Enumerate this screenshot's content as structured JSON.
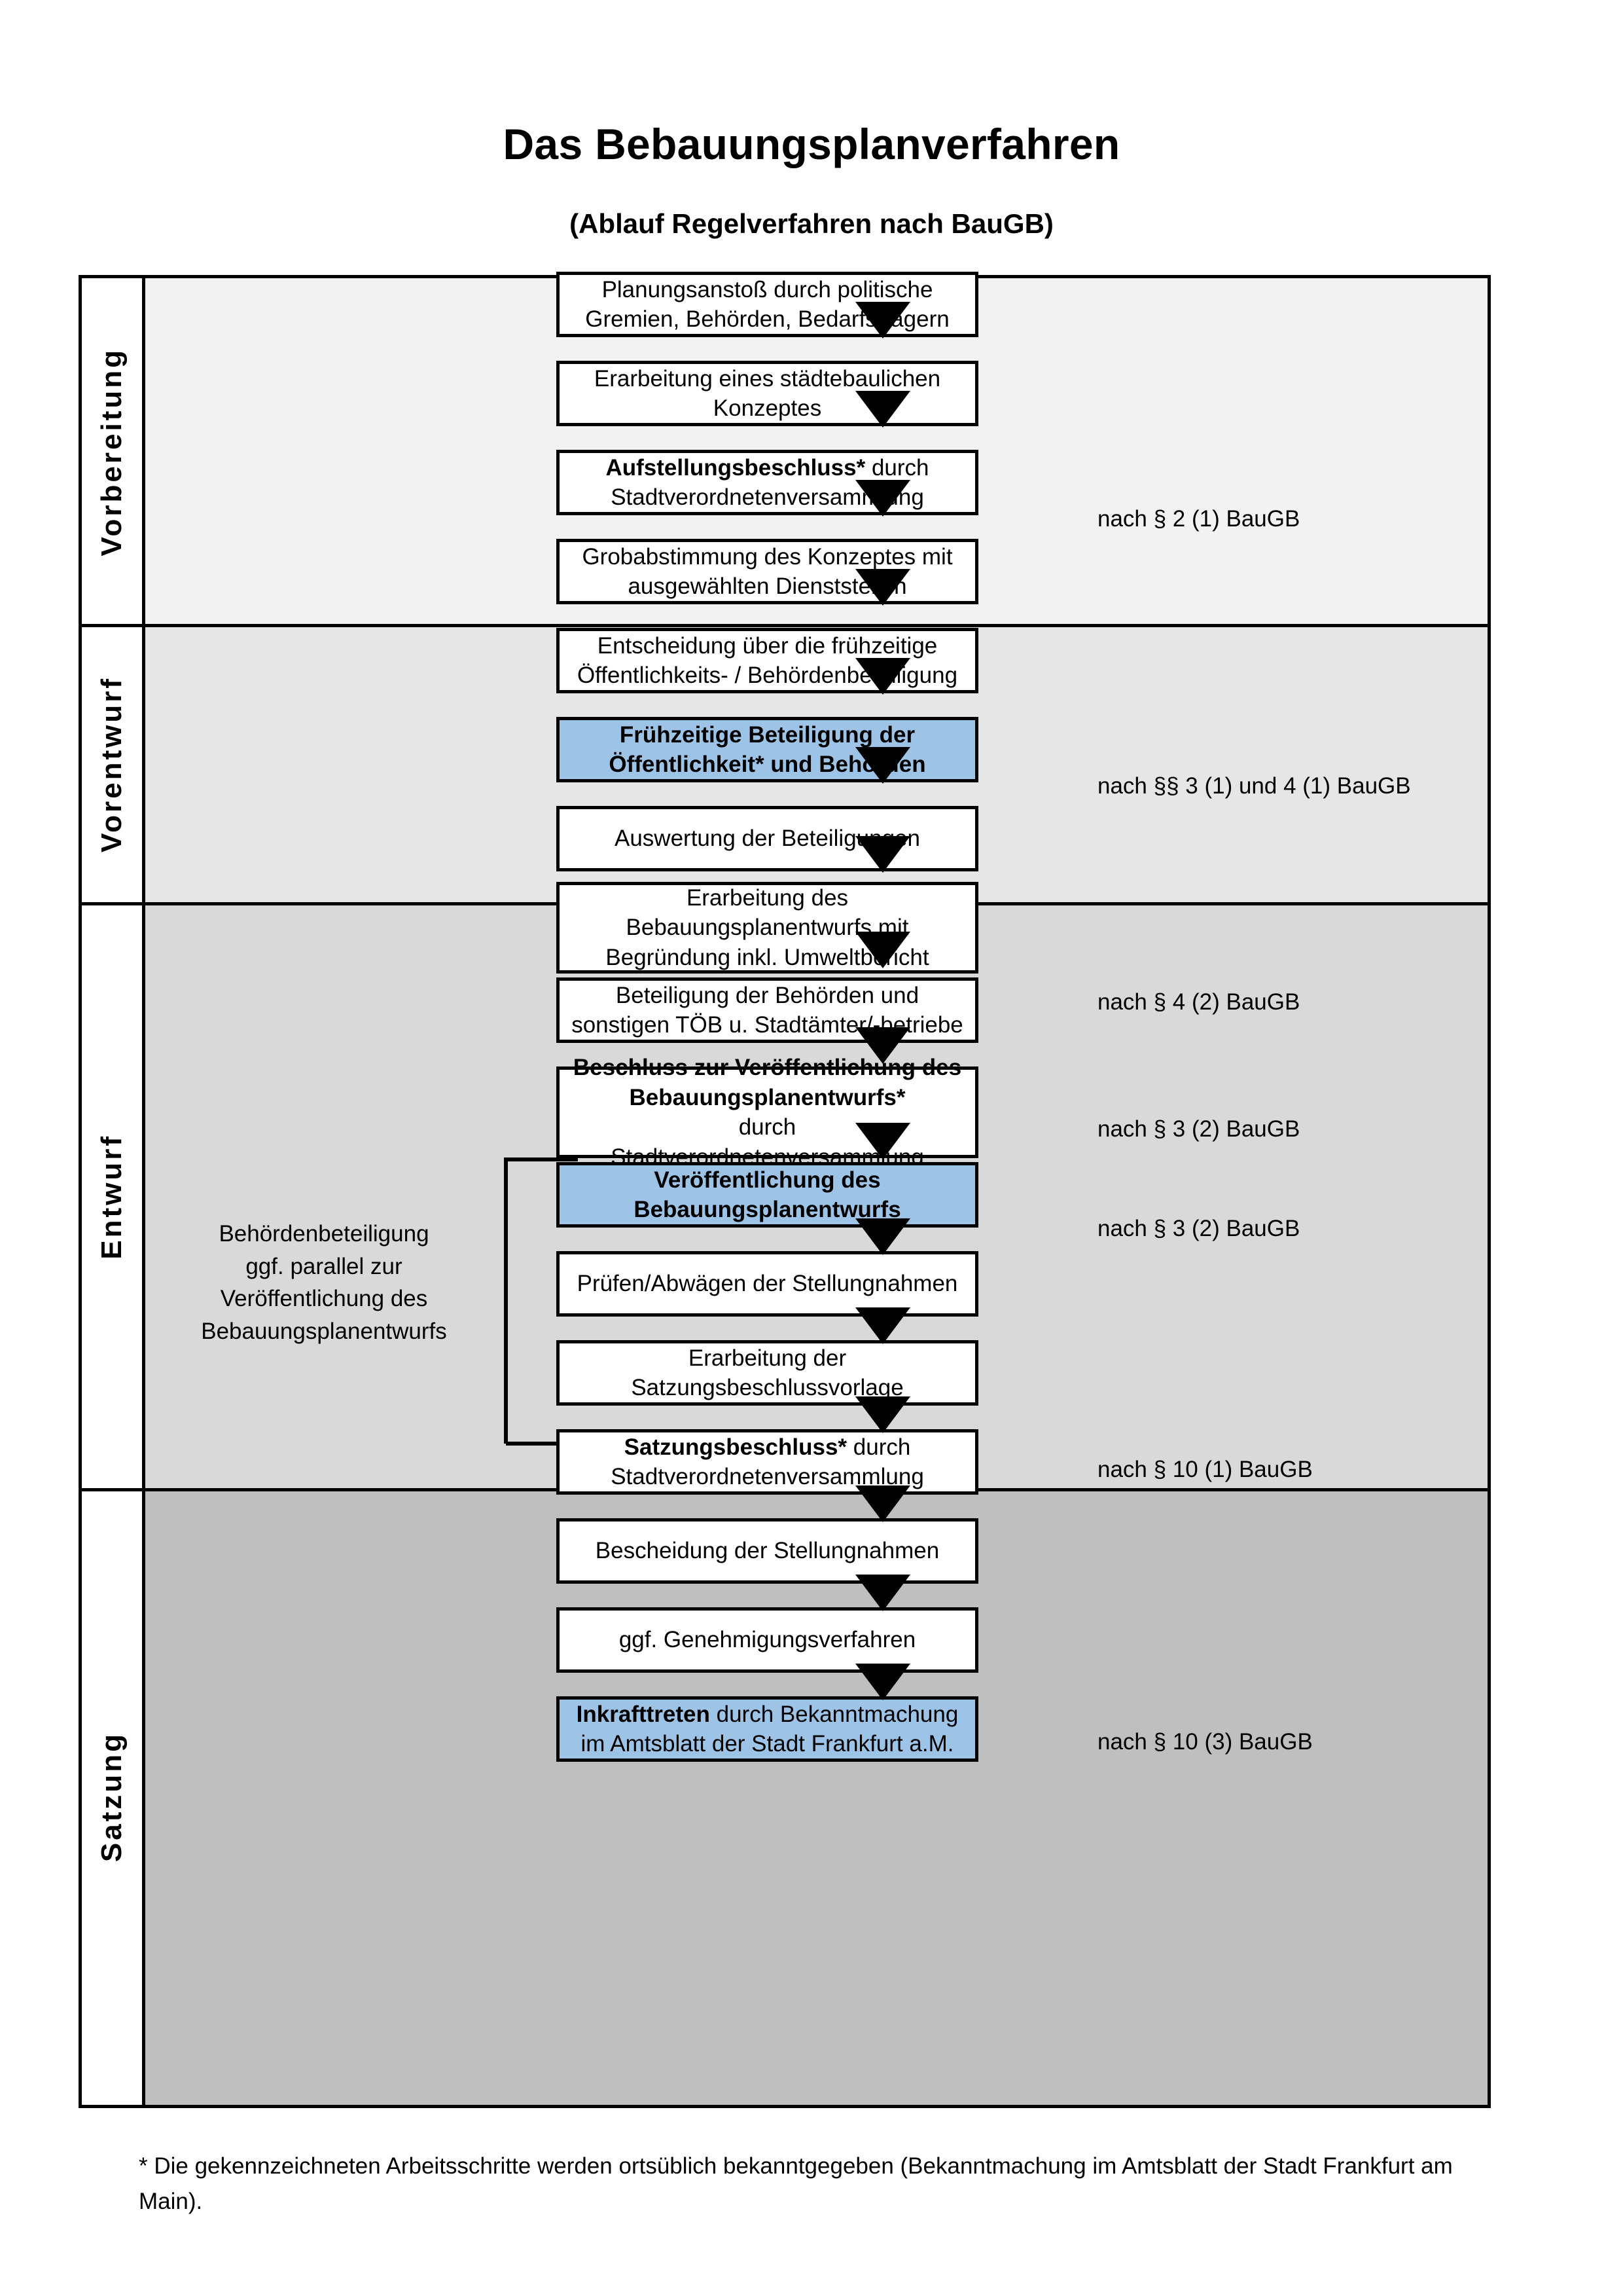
{
  "header": {
    "title": "Das Bebauungsplanverfahren",
    "subtitle": "(Ablauf Regelverfahren nach BauGB)"
  },
  "phases": [
    {
      "id": "vorbereitung",
      "label": "Vorbereitung",
      "band_color": "#F2F2F2"
    },
    {
      "id": "vorentwurf",
      "label": "Vorentwurf",
      "band_color": "#E6E6E6"
    },
    {
      "id": "entwurf",
      "label": "Entwurf",
      "band_color": "#D9D9D9"
    },
    {
      "id": "satzung",
      "label": "Satzung",
      "band_color": "#BFBFBF"
    }
  ],
  "steps": [
    {
      "id": "planungsanstoss",
      "phase": "vorbereitung",
      "highlight": false,
      "lines": [
        {
          "text": "Planungsanstoß durch politische",
          "bold": false
        },
        {
          "text": "Gremien, Behörden, Bedarfsträgern",
          "bold": false
        }
      ]
    },
    {
      "id": "staedtebauliches-konzept",
      "phase": "vorbereitung",
      "highlight": false,
      "lines": [
        {
          "text": "Erarbeitung eines städtebaulichen",
          "bold": false
        },
        {
          "text": "Konzeptes",
          "bold": false
        }
      ]
    },
    {
      "id": "aufstellungsbeschluss",
      "phase": "vorbereitung",
      "highlight": false,
      "lines": [
        {
          "text": "Aufstellungsbeschluss*",
          "bold": true,
          "suffix": " durch"
        },
        {
          "text": "Stadtverordnetenversammlung",
          "bold": false
        }
      ]
    },
    {
      "id": "grobabstimmung",
      "phase": "vorentwurf",
      "highlight": false,
      "lines": [
        {
          "text": "Grobabstimmung des Konzeptes mit",
          "bold": false
        },
        {
          "text": "ausgewählten Dienststellen",
          "bold": false
        }
      ]
    },
    {
      "id": "entscheidung-fruehzeitig",
      "phase": "vorentwurf",
      "highlight": false,
      "lines": [
        {
          "text": "Entscheidung über die frühzeitige",
          "bold": false
        },
        {
          "text": "Öffentlichkeits- / Behördenbeteiligung",
          "bold": false
        }
      ]
    },
    {
      "id": "fruehzeitige-beteiligung",
      "phase": "vorentwurf",
      "highlight": true,
      "lines": [
        {
          "text": "Frühzeitige Beteiligung der",
          "bold": true
        },
        {
          "text": "Öffentlichkeit* und Behörden",
          "bold": true
        }
      ]
    },
    {
      "id": "auswertung-beteiligungen",
      "phase": "entwurf",
      "highlight": false,
      "lines": [
        {
          "text": "Auswertung der Beteiligungen",
          "bold": false
        }
      ]
    },
    {
      "id": "erarbeitung-entwurf",
      "phase": "entwurf",
      "highlight": false,
      "lines": [
        {
          "text": "Erarbeitung des",
          "bold": false
        },
        {
          "text": "Bebauungsplanentwurfs mit",
          "bold": false
        },
        {
          "text": "Begründung inkl. Umweltbericht",
          "bold": false
        }
      ]
    },
    {
      "id": "beteiligung-behoerden",
      "phase": "entwurf",
      "highlight": false,
      "lines": [
        {
          "text": "Beteiligung der Behörden und",
          "bold": false
        },
        {
          "text": "sonstigen TÖB u. Stadtämter/-betriebe",
          "bold": false
        }
      ]
    },
    {
      "id": "beschluss-veroeffentlichung",
      "phase": "entwurf",
      "highlight": false,
      "lines": [
        {
          "text": "Beschluss zur Veröffentlichung des",
          "bold": true
        },
        {
          "text": "Bebauungsplanentwurfs*",
          "bold": true,
          "suffix": " durch"
        },
        {
          "text": "Stadtverordnetenversammlung",
          "bold": false
        }
      ]
    },
    {
      "id": "veroeffentlichung-entwurf",
      "phase": "entwurf",
      "highlight": true,
      "lines": [
        {
          "text": "Veröffentlichung des",
          "bold": true
        },
        {
          "text": "Bebauungsplanentwurfs",
          "bold": true
        }
      ]
    },
    {
      "id": "pruefen-abwaegen",
      "phase": "satzung",
      "highlight": false,
      "lines": [
        {
          "text": "Prüfen/Abwägen der Stellungnahmen",
          "bold": false
        }
      ]
    },
    {
      "id": "erarbeitung-satzungsvorlage",
      "phase": "satzung",
      "highlight": false,
      "lines": [
        {
          "text": "Erarbeitung der",
          "bold": false
        },
        {
          "text": "Satzungsbeschlussvorlage",
          "bold": false
        }
      ]
    },
    {
      "id": "satzungsbeschluss",
      "phase": "satzung",
      "highlight": false,
      "lines": [
        {
          "text": "Satzungsbeschluss*",
          "bold": true,
          "suffix": " durch"
        },
        {
          "text": "Stadtverordnetenversammlung",
          "bold": false
        }
      ]
    },
    {
      "id": "bescheidung-stellungnahmen",
      "phase": "satzung",
      "highlight": false,
      "lines": [
        {
          "text": "Bescheidung der Stellungnahmen",
          "bold": false
        }
      ]
    },
    {
      "id": "genehmigungsverfahren",
      "phase": "satzung",
      "highlight": false,
      "lines": [
        {
          "text": "ggf. Genehmigungsverfahren",
          "bold": false
        }
      ]
    },
    {
      "id": "inkrafttreten",
      "phase": "satzung",
      "highlight": true,
      "lines": [
        {
          "text": "Inkrafttreten",
          "bold": true,
          "suffix": " durch Bekanntmachung"
        },
        {
          "text": "im Amtsblatt der Stadt Frankfurt a.M.",
          "bold": true
        }
      ]
    }
  ],
  "legal_refs": [
    {
      "id": "ref-par2-1",
      "text": "nach § 2 (1) BauGB"
    },
    {
      "id": "ref-par3-4-1",
      "text": "nach §§ 3 (1) und 4 (1) BauGB"
    },
    {
      "id": "ref-par4-2",
      "text": "nach § 4 (2) BauGB"
    },
    {
      "id": "ref-par3-2a",
      "text": "nach § 3 (2) BauGB"
    },
    {
      "id": "ref-par3-2b",
      "text": "nach § 3 (2) BauGB"
    },
    {
      "id": "ref-par10-1",
      "text": "nach § 10 (1) BauGB"
    },
    {
      "id": "ref-par10-3",
      "text": "nach § 10 (3) BauGB"
    }
  ],
  "sidenote": {
    "lines": [
      "Behördenbeteiligung",
      "ggf. parallel zur",
      "Veröffentlichung des",
      "Bebauungsplanentwurfs"
    ]
  },
  "footnote": {
    "text": "* Die gekennzeichneten Arbeitsschritte werden ortsüblich bekanntgegeben (Bekanntmachung im Amtsblatt  der Stadt Frankfurt am Main)."
  },
  "colors": {
    "highlight_box": "#9DC3E6",
    "outline": "#000000",
    "band_1": "#F2F2F2",
    "band_2": "#E6E6E6",
    "band_3": "#D9D9D9",
    "band_4": "#BFBFBF"
  }
}
